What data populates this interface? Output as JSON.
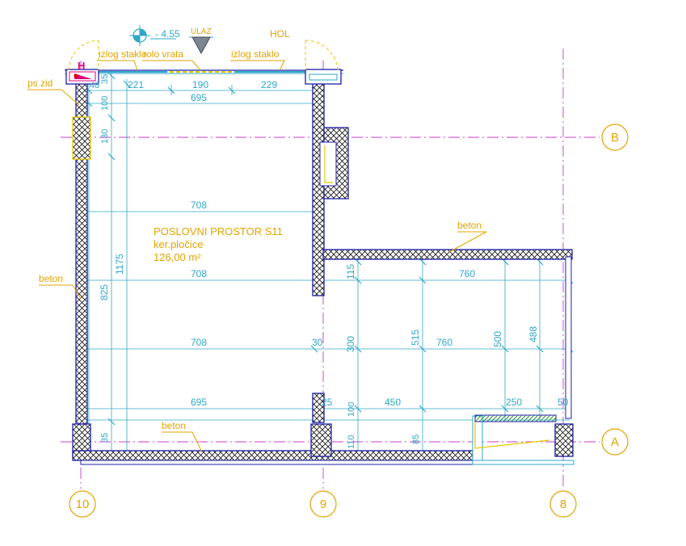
{
  "room": {
    "name": "POSLOVNI PROSTOR S11",
    "floor": "ker.pločice",
    "area": "126,00 m²"
  },
  "labels": {
    "entrance": "ULAZ",
    "level": "- 4.55",
    "hall": "HOL",
    "shop_glass_left": "izlog staklo",
    "roller_door": "rolo vrata",
    "shop_glass_right": "izlog staklo",
    "partition_wall": "ps zid",
    "hydrant": "H",
    "concrete_right": "beton",
    "concrete_left": "beton",
    "concrete_bottom": "beton"
  },
  "grid_axes": {
    "col_10": "10",
    "col_9": "9",
    "col_8": "8",
    "row_a": "A",
    "row_b": "B"
  },
  "dimensions": {
    "top_221": "221",
    "top_190": "190",
    "top_229": "229",
    "top_695": "695",
    "top_48": "48",
    "top_35": "35",
    "left_100": "100",
    "left_130": "130",
    "left_1175": "1175",
    "left_825": "825",
    "left_35": "35",
    "mid_708_a": "708",
    "mid_708_b": "708",
    "mid_708_c": "708",
    "right_760_a": "760",
    "right_760_b": "760",
    "mid_30": "30",
    "v_115": "115",
    "v_300": "300",
    "v_515": "515",
    "v_500": "500",
    "v_488": "488",
    "bot_695": "695",
    "bot_25": "25",
    "bot_450": "450",
    "bot_250": "250",
    "bot_50": "50",
    "v_100": "100",
    "v_110": "110",
    "v_85": "85"
  },
  "colors": {
    "wall": "#1c1fa6",
    "dimension": "#2fa7c9",
    "label": "#e3a400",
    "axis": "#c93cc9",
    "accent": "#e0007a"
  }
}
